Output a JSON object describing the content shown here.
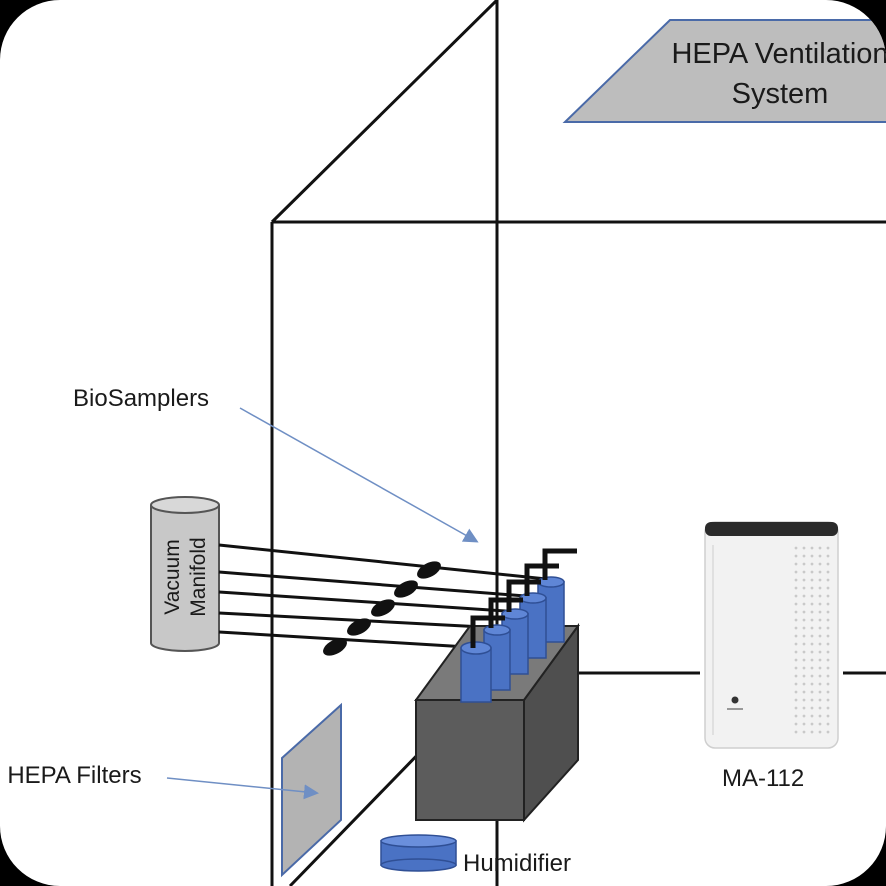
{
  "labels": {
    "hepa_ventilation": [
      "HEPA Ventilation",
      "System"
    ],
    "biosamplers": "BioSamplers",
    "vacuum_manifold": [
      "Vacuum",
      "Manifold"
    ],
    "hepa_filters": ": HEPA Filters",
    "ma112": "MA-112",
    "humidifier": "Humidifier"
  },
  "colors": {
    "sampler_blue": "#4a72c4",
    "sampler_blue_dark": "#2f4f95",
    "box_gray": "#5a5a5a",
    "panel_gray": "#b3b3b3",
    "arrow_blue": "#6f8fc4",
    "purifier_white": "#f2f2f2"
  }
}
